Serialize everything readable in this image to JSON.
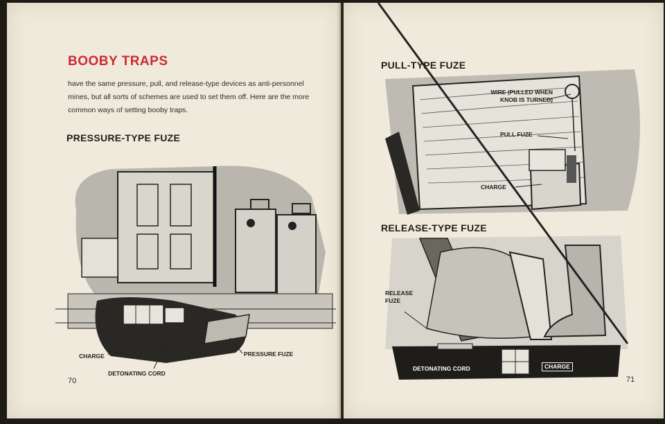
{
  "left_page": {
    "title": "BOOBY TRAPS",
    "intro": "have the same pressure, pull, and release-type devices as anti-personnel mines, but all sorts of schemes are used to set them off. Here are the more common ways of setting booby traps.",
    "heading": "PRESSURE-TYPE FUZE",
    "labels": {
      "charge": "CHARGE",
      "detonating_cord": "DETONATING CORD",
      "pressure_fuze": "PRESSURE FUZE"
    },
    "page_number": "70"
  },
  "right_page": {
    "heading_pull": "PULL-TYPE FUZE",
    "labels_pull": {
      "wire": "WIRE (PULLED WHEN KNOB IS TURNED)",
      "pull_fuze": "PULL FUZE",
      "charge": "CHARGE"
    },
    "heading_release": "RELEASE-TYPE FUZE",
    "labels_release": {
      "release_fuze": "RELEASE FUZE",
      "detonating_cord": "DETONATING CORD",
      "charge": "CHARGE"
    },
    "page_number": "71"
  },
  "colors": {
    "title_red": "#cc2a33",
    "paper": "#efeadb",
    "ink": "#1f1d1a"
  }
}
